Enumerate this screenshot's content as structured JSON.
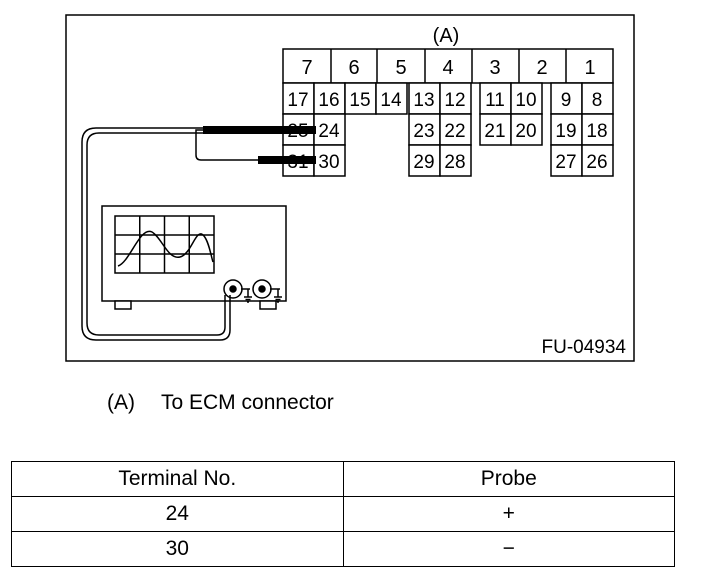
{
  "figure": {
    "connector_label": "(A)",
    "header_numbers": [
      "7",
      "6",
      "5",
      "4",
      "3",
      "2",
      "1"
    ],
    "pins": [
      "17",
      "16",
      "15",
      "14",
      "13",
      "12",
      "11",
      "10",
      "9",
      "8",
      "25",
      "24",
      "23",
      "22",
      "21",
      "20",
      "19",
      "18",
      "31",
      "30",
      "29",
      "28",
      "27",
      "26"
    ],
    "figure_code": "FU-04934"
  },
  "legend": {
    "ref": "(A)",
    "text": "To ECM connector"
  },
  "table": {
    "headers": [
      "Terminal No.",
      "Probe"
    ],
    "rows": [
      [
        "24",
        "+"
      ],
      [
        "30",
        "−"
      ]
    ]
  }
}
